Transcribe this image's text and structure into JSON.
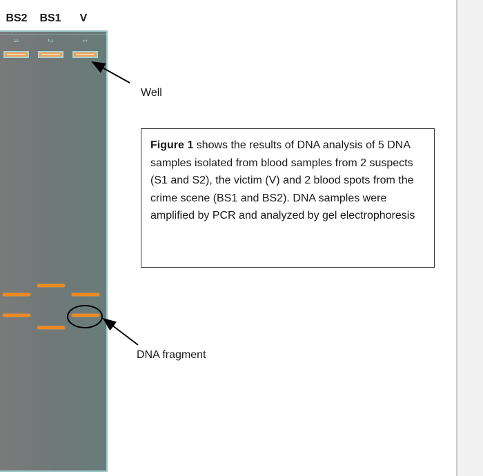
{
  "lanes": [
    {
      "label": "BS2",
      "number": "3"
    },
    {
      "label": "BS1",
      "number": "2"
    },
    {
      "label": "V",
      "number": "1"
    }
  ],
  "callouts": {
    "well": "Well",
    "dna_fragment": "DNA fragment"
  },
  "info_box": {
    "figure_ref": "Figure 1",
    "text": " shows the results of DNA analysis of 5 DNA samples isolated from blood samples from 2 suspects (S1 and S2), the victim (V) and 2 blood spots from the crime scene (BS1 and BS2). DNA samples were amplified by PCR and analyzed by gel electrophoresis"
  },
  "colors": {
    "gel": "#707878",
    "band": "#f08a1e",
    "well": "#e8a25a",
    "gel_border": "#9ec8c8"
  }
}
